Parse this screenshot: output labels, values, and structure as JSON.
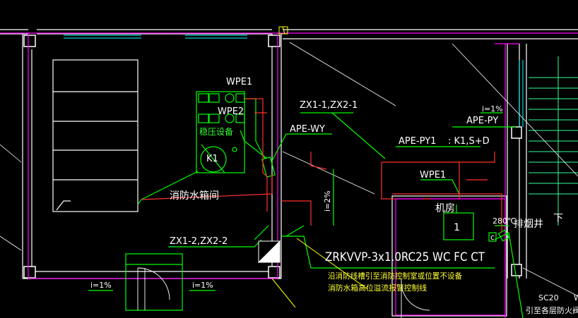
{
  "labels": {
    "wpe1_top": "WPE1",
    "wpe2": "WPE2",
    "pressure_equipment": "稳压设备",
    "k1": "K1",
    "zx_top": "ZX1-1,ZX2-1",
    "ape_wy": "APE-WY",
    "slope_right": "i=1%",
    "ape_py": "APE-PY",
    "ape_py1": "APE-PY1",
    "ks": ": K1,S+D",
    "wpe1_right": "WPE1",
    "slope_vertical": "i=2%",
    "water_tank_room": "消防水箱间",
    "machine_room": "机房",
    "box_1": "1",
    "fire_damper": "280℃",
    "smoke_shaft": "排烟井",
    "down": "下",
    "zx_bottom": "ZX1-2,ZX2-2",
    "c_box": "c",
    "cable_spec": "ZRKVVP-3x1.0RC25 WC FC CT",
    "note_line1": "沿消防线槽引至消防控制室或位置不设备",
    "note_line2": "消防水箱高位溢流报警控制线",
    "slope_left": "i=1%",
    "slope_mid": "i=1%",
    "sc20": "SC20",
    "w_label": "W",
    "bottom_note": "引至各层防火阀"
  },
  "colors": {
    "background": "#000000",
    "wall": "#ffffff",
    "magenta": "#ff00ff",
    "cyan": "#00ffff",
    "green": "#00ff00",
    "red": "#ff3030",
    "yellow": "#ffff00"
  }
}
